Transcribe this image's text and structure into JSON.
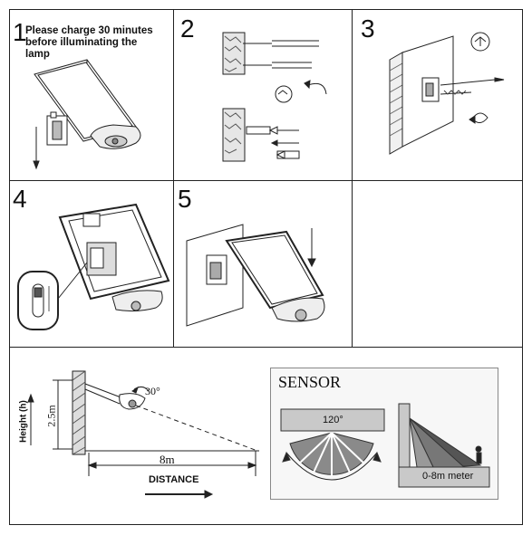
{
  "steps": [
    {
      "number": "1",
      "caption_lines": [
        "Please charge 30 minutes",
        "before illuminating the",
        "lamp"
      ]
    },
    {
      "number": "2"
    },
    {
      "number": "3"
    },
    {
      "number": "4"
    },
    {
      "number": "5"
    }
  ],
  "range_diagram": {
    "angle_label": "30°",
    "height_axis_label": "Height (h)",
    "height_value": "2.5m",
    "distance_value": "8m",
    "distance_label": "DISTANCE"
  },
  "sensor": {
    "title": "SENSOR",
    "angle_label": "120°",
    "range_label": "0-8m meter"
  }
}
